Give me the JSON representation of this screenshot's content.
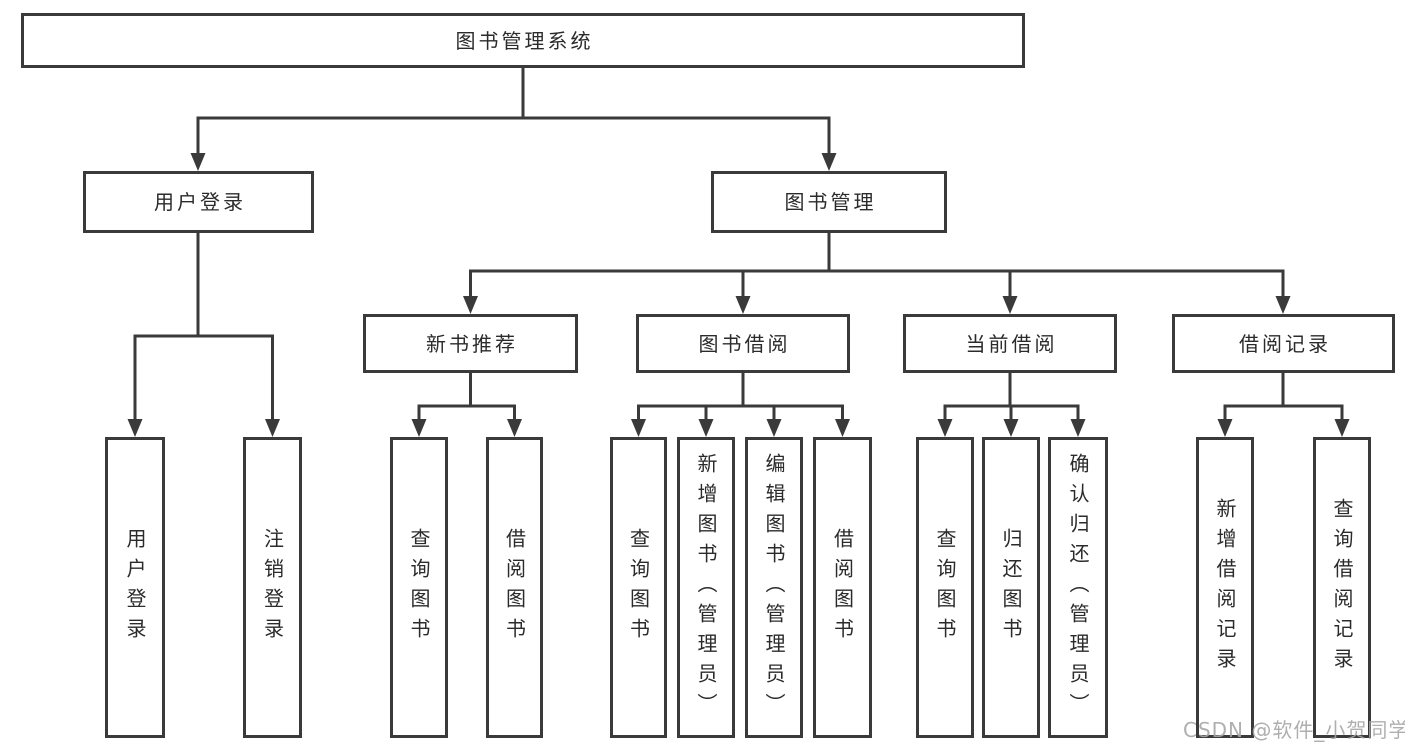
{
  "diagram": {
    "title": "图书管理系统",
    "root": {
      "label": "图书管理系统",
      "children": [
        {
          "label": "用户登录",
          "children": [
            {
              "label": "用户登录"
            },
            {
              "label": "注销登录"
            }
          ]
        },
        {
          "label": "图书管理",
          "children": [
            {
              "label": "新书推荐",
              "children": [
                {
                  "label": "查询图书"
                },
                {
                  "label": "借阅图书"
                }
              ]
            },
            {
              "label": "图书借阅",
              "children": [
                {
                  "label": "查询图书"
                },
                {
                  "label": "新增图书（管理员）"
                },
                {
                  "label": "编辑图书（管理员）"
                },
                {
                  "label": "借阅图书"
                }
              ]
            },
            {
              "label": "当前借阅",
              "children": [
                {
                  "label": "查询图书"
                },
                {
                  "label": "归还图书"
                },
                {
                  "label": "确认归还（管理员）"
                }
              ]
            },
            {
              "label": "借阅记录",
              "children": [
                {
                  "label": "新增借阅记录"
                },
                {
                  "label": "查询借阅记录"
                }
              ]
            }
          ]
        }
      ]
    },
    "colors": {
      "line": "#3a3a3a",
      "box_border": "#3a3a3a",
      "text": "#2b2b2b",
      "background": "#ffffff",
      "watermark": "#a6a6a6"
    }
  },
  "watermark": {
    "text": "CSDN @软件_小贺同学"
  }
}
